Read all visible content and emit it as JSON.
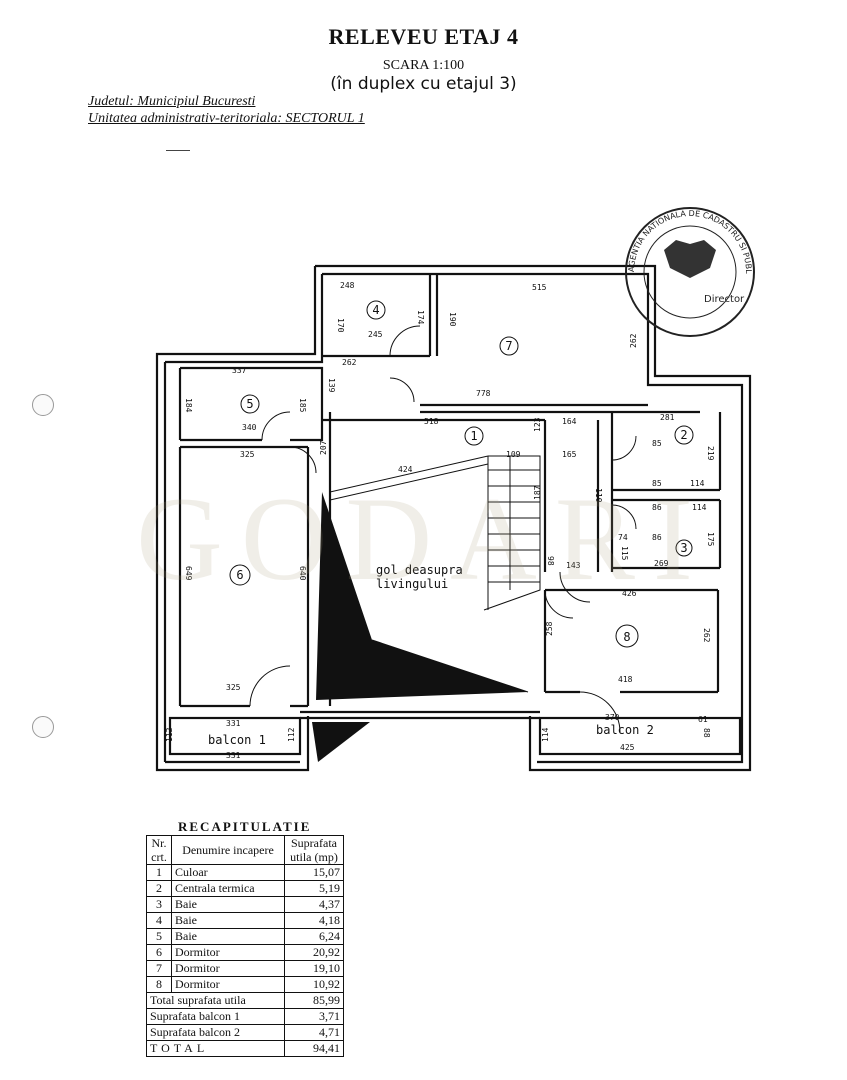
{
  "header": {
    "title": "RELEVEU ETAJ 4",
    "scale": "SCARA 1:100",
    "duplex_note": "(în duplex cu etajul 3)",
    "judet": "Judetul: Municipiul Bucuresti",
    "unitate": "Unitatea administrativ-teritoriala: SECTORUL 1"
  },
  "watermark": "GODARI",
  "plan": {
    "room_numbers": [
      "1",
      "2",
      "3",
      "4",
      "5",
      "6",
      "7",
      "8"
    ],
    "balcony_labels": [
      "balcon 1",
      "balcon 2"
    ],
    "void_label_1": "gol deasupra",
    "void_label_2": "livingului",
    "dimensions": [
      "248",
      "515",
      "262",
      "170",
      "174",
      "190",
      "245",
      "262",
      "139",
      "337",
      "184",
      "185",
      "340",
      "778",
      "518",
      "123",
      "164",
      "281",
      "85",
      "219",
      "85",
      "114",
      "325",
      "207",
      "424",
      "109",
      "165",
      "187",
      "110",
      "86",
      "114",
      "74",
      "86",
      "175",
      "115",
      "98",
      "143",
      "269",
      "649",
      "640",
      "426",
      "258",
      "262",
      "418",
      "325",
      "331",
      "370",
      "61",
      "88",
      "112",
      "112",
      "114",
      "331",
      "425"
    ],
    "stamp_text": "AGENTIA NATIONALA DE CADASTRU SI PUBLICITATE IMOBILIARA",
    "stamp_inner": "Director"
  },
  "recap": {
    "title": "RECAPITULATIE",
    "col_nr": "Nr. crt.",
    "col_name": "Denumire incapere",
    "col_area": "Suprafata utila (mp)",
    "rows": [
      {
        "nr": "1",
        "name": "Culoar",
        "area": "15,07"
      },
      {
        "nr": "2",
        "name": "Centrala termica",
        "area": "5,19"
      },
      {
        "nr": "3",
        "name": "Baie",
        "area": "4,37"
      },
      {
        "nr": "4",
        "name": "Baie",
        "area": "4,18"
      },
      {
        "nr": "5",
        "name": "Baie",
        "area": "6,24"
      },
      {
        "nr": "6",
        "name": "Dormitor",
        "area": "20,92"
      },
      {
        "nr": "7",
        "name": "Dormitor",
        "area": "19,10"
      },
      {
        "nr": "8",
        "name": "Dormitor",
        "area": "10,92"
      }
    ],
    "total_util_label": "Total suprafata utila",
    "total_util": "85,99",
    "balcon1_label": "Suprafata balcon 1",
    "balcon1": "3,71",
    "balcon2_label": "Suprafata balcon 2",
    "balcon2": "4,71",
    "total_label": "TOTAL",
    "total": "94,41"
  }
}
